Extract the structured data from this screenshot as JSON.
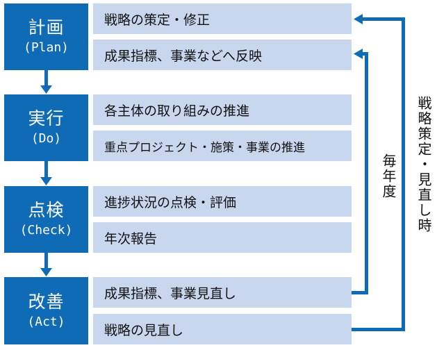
{
  "phases": [
    {
      "title": "計画",
      "sub": "(Plan)"
    },
    {
      "title": "実行",
      "sub": "(Do)"
    },
    {
      "title": "点検",
      "sub": "(Check)"
    },
    {
      "title": "改善",
      "sub": "(Act)"
    }
  ],
  "items": [
    "戦略の策定・修正",
    "成果指標、事業などへ反映",
    "各主体の取り組みの推進",
    "重点プロジェクト・施策・事業の推進",
    "進捗状況の点検・評価",
    "年次報告",
    "成果指標、事業見直し",
    "戦略の見直し"
  ],
  "loops": {
    "yearly": "毎年度",
    "strategy_review": "戦略策定・見直し時"
  },
  "colors": {
    "phase_fill": "#0f6bb5",
    "item_fill": "#c9d7ee",
    "arrow": "#0f6bb5"
  }
}
